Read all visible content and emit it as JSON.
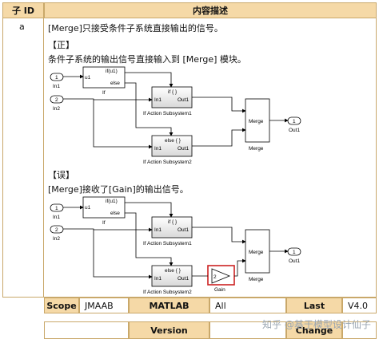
{
  "header": {
    "col1": "子 ID",
    "col2": "内容描述"
  },
  "row": {
    "id": "a",
    "description": "[Merge]只接受条件子系统直接输出的信号。",
    "correct_label": "【正】",
    "correct_desc": "条件子系统的输出信号直接输入到 [Merge] 模块。",
    "wrong_label": "【误】",
    "wrong_desc": "[Merge]接收了[Gain]的输出信号。"
  },
  "diagram": {
    "in1_num": "1",
    "in1_label": "In1",
    "in2_num": "2",
    "in2_label": "In2",
    "if_port_u1": "u1",
    "if_cond": "if(u1)",
    "if_else": "else",
    "if_name": "If",
    "ifsub_trigger": "if { }",
    "ifsub_in": "In1",
    "ifsub_out": "Out1",
    "ifsub_name": "If Action Subsystem1",
    "elsesub_trigger": "else { }",
    "elsesub_in": "In1",
    "elsesub_out": "Out1",
    "elsesub_name": "If Action Subsystem2",
    "merge_label": "Merge",
    "merge_name": "Merge",
    "out_num": "1",
    "out_label": "Out1",
    "gain_value": "2",
    "gain_name": "Gain"
  },
  "footer": {
    "scope_label": "Scope",
    "scope_value": "JMAAB",
    "matlab_label": "MATLAB",
    "matlab_value": "All",
    "last_label": "Last",
    "last_value": "V4.0",
    "version_label": "Version",
    "change_label": "Change"
  },
  "watermark": "知乎 @基于模型设计仙子",
  "colors": {
    "header_bg": "#f5d9a7",
    "highlight": "#cc2222"
  }
}
